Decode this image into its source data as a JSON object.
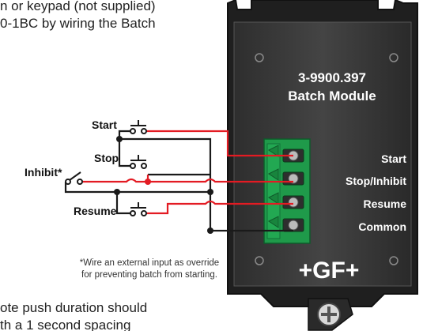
{
  "intro": {
    "line1": "n or keypad (not supplied)",
    "line2": "0-1BC by wiring the Batch"
  },
  "outro": {
    "line1": "ote push duration should",
    "line2": "th a 1 second spacing"
  },
  "switches": {
    "start": "Start",
    "stop": "Stop",
    "inhibit": "Inhibit*",
    "resume": "Resume"
  },
  "footnote": {
    "line1": "*Wire an external input as override",
    "line2": "for preventing batch from starting."
  },
  "module": {
    "part_number": "3-9900.397",
    "name": "Batch Module",
    "terminals": [
      "Start",
      "Stop/Inhibit",
      "Resume",
      "Common"
    ],
    "brand": "+GF+"
  },
  "colors": {
    "wire_red": "#e31b23",
    "wire_black": "#1a1a1a",
    "module_body": "#3a3a3a",
    "connector_green": "#1f9a4a"
  }
}
